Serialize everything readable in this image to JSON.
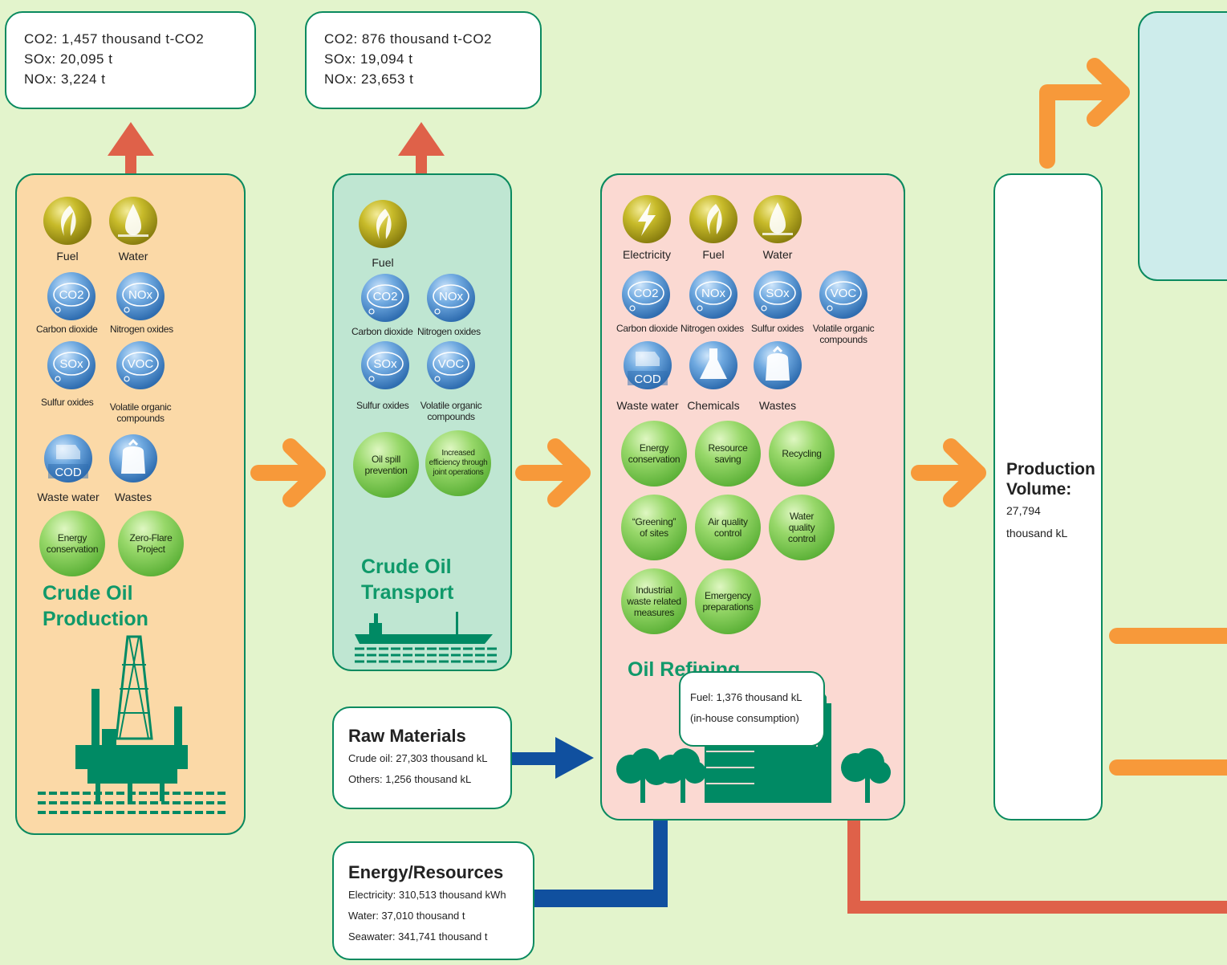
{
  "top_emissions": {
    "production": {
      "co2": "CO2: 1,457 thousand t-CO2",
      "sox": "SOx: 20,095 t",
      "nox": "NOx: 3,224 t"
    },
    "transport": {
      "co2": "CO2: 876 thousand t-CO2",
      "sox": "SOx: 19,094 t",
      "nox": "NOx: 23,653 t"
    }
  },
  "production_panel": {
    "title_line1": "Crude Oil",
    "title_line2": "Production",
    "fuel": "Fuel",
    "water": "Water",
    "co2_icon": "CO2",
    "nox_icon": "NOx",
    "sox_icon": "SOx",
    "voc_icon": "VOC",
    "cod_icon": "COD",
    "carbon_dioxide": "Carbon dioxide",
    "nitrogen_oxides": "Nitrogen oxides",
    "sulfur_oxides": "Sulfur oxides",
    "voc_line1": "Volatile organic",
    "voc_line2": "compounds",
    "waste_water": "Waste water",
    "wastes": "Wastes",
    "energy_conservation_1": "Energy",
    "energy_conservation_2": "conservation",
    "zero_flare_1": "Zero-Flare",
    "zero_flare_2": "Project",
    "color": "#fbd9a7"
  },
  "transport_panel": {
    "title_line1": "Crude Oil",
    "title_line2": "Transport",
    "fuel": "Fuel",
    "co2_icon": "CO2",
    "nox_icon": "NOx",
    "sox_icon": "SOx",
    "voc_icon": "VOC",
    "carbon_dioxide": "Carbon dioxide",
    "nitrogen_oxides": "Nitrogen oxides",
    "sulfur_oxides": "Sulfur oxides",
    "voc_line1": "Volatile organic",
    "voc_line2": "compounds",
    "oil_spill_1": "Oil spill",
    "oil_spill_2": "prevention",
    "increased_1": "Increased",
    "increased_2": "efficiency through",
    "increased_3": "joint operations",
    "color": "#bfe6d2"
  },
  "refining_panel": {
    "title": "Oil Refining",
    "electricity": "Electricity",
    "fuel": "Fuel",
    "water": "Water",
    "co2_icon": "CO2",
    "nox_icon": "NOx",
    "sox_icon": "SOx",
    "voc_icon": "VOC",
    "cod_icon": "COD",
    "carbon_dioxide": "Carbon dioxide",
    "nitrogen_oxides": "Nitrogen oxides",
    "sulfur_oxides": "Sulfur oxides",
    "voc_line1": "Volatile organic",
    "voc_line2": "compounds",
    "waste_water": "Waste water",
    "chemicals": "Chemicals",
    "wastes": "Wastes",
    "energy_1": "Energy",
    "energy_2": "conservation",
    "resource_1": "Resource",
    "resource_2": "saving",
    "recycling": "Recycling",
    "greening_1": "“Greening”",
    "greening_2": "of sites",
    "air_1": "Air quality",
    "air_2": "control",
    "wq_1": "Water",
    "wq_2": "quality",
    "wq_3": "control",
    "ind_1": "Industrial",
    "ind_2": "waste related",
    "ind_3": "measures",
    "emerg_1": "Emergency",
    "emerg_2": "preparations",
    "color": "#fbd9d2"
  },
  "production_volume": {
    "title_line1": "Production",
    "title_line2": "Volume:",
    "value": "27,794",
    "unit": "thousand kL"
  },
  "raw_materials": {
    "title": "Raw Materials",
    "crude": "Crude oil: 27,303 thousand kL",
    "others": "Others: 1,256 thousand kL"
  },
  "energy_resources": {
    "title": "Energy/Resources",
    "electricity": "Electricity: 310,513 thousand kWh",
    "water": "Water: 37,010 thousand t",
    "seawater": "Seawater: 341,741 thousand t"
  },
  "fuel_consumption": {
    "line1": "Fuel: 1,376 thousand kL",
    "line2": "(in-house consumption)"
  },
  "colors": {
    "background": "#e3f4cc",
    "accent_green": "#10996a",
    "orange_arrow": "#f7993a",
    "red_arrow": "#df6149",
    "blue_arrow": "#10509f",
    "blue_panel": "#cdeceb"
  },
  "icon_names": [
    "fuel-icon",
    "water-icon",
    "electricity-icon",
    "co2-icon",
    "nox-icon",
    "sox-icon",
    "voc-icon",
    "cod-icon",
    "wastes-icon",
    "chemicals-icon",
    "oil-rig-icon",
    "tanker-icon",
    "refinery-icon",
    "tree-icon"
  ]
}
